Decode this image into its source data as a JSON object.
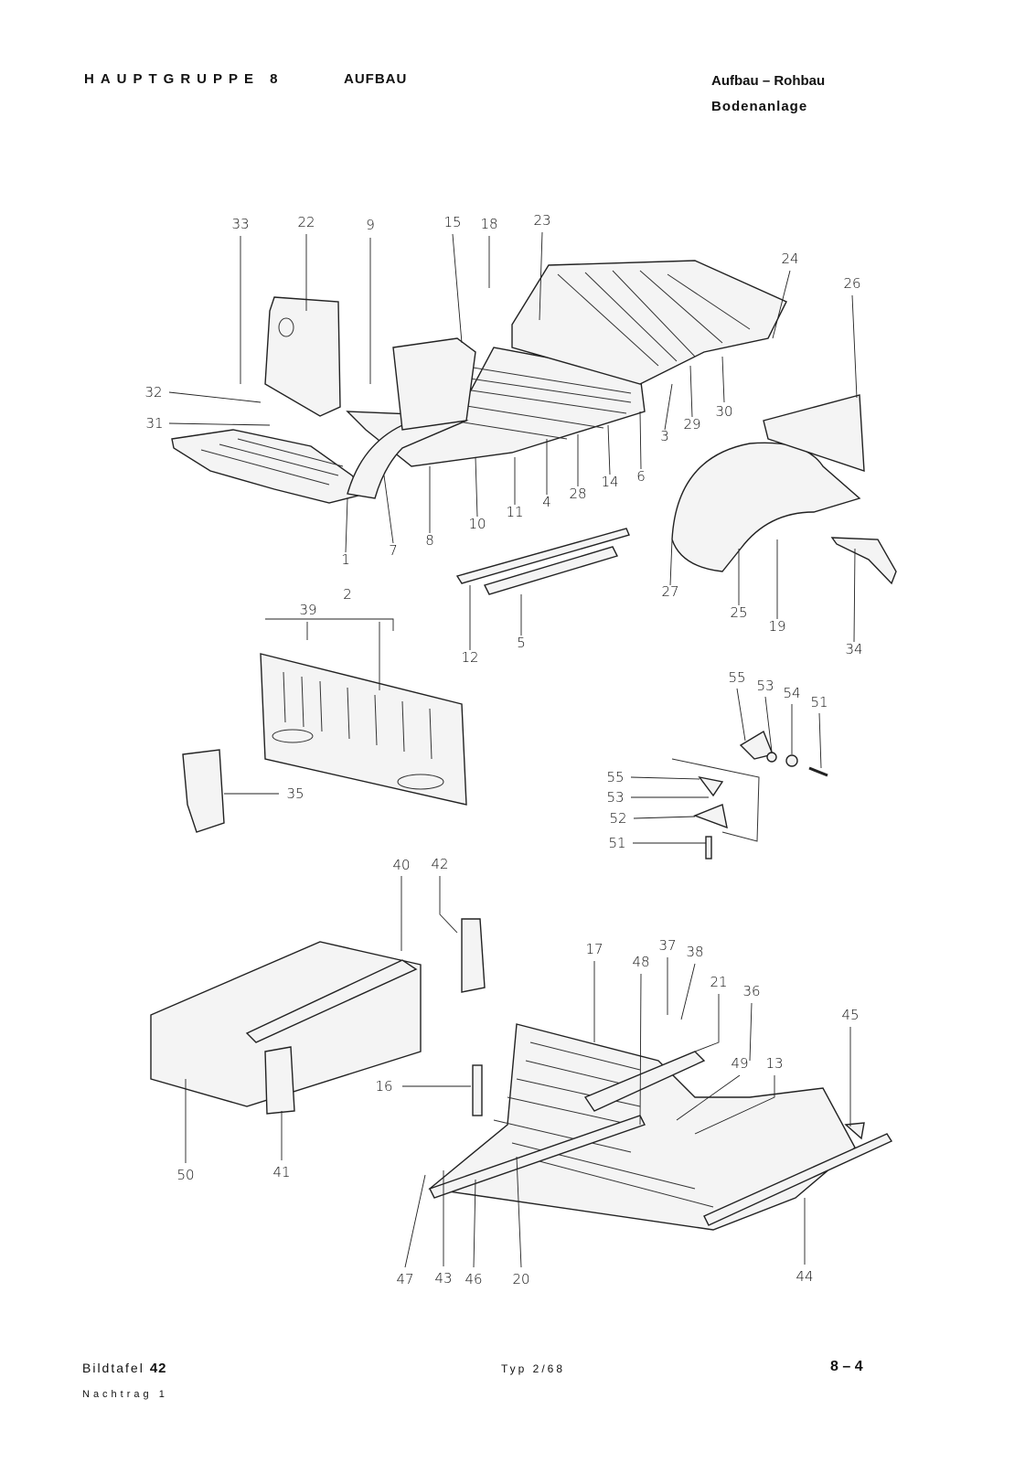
{
  "header": {
    "group": "HAUPTGRUPPE 8",
    "group_name": "AUFBAU",
    "section": "Aufbau – Rohbau",
    "subsection": "Bodenanlage"
  },
  "footer": {
    "plate_label": "Bildtafel",
    "plate_number": "42",
    "type": "Typ 2/68",
    "page": "8 – 4",
    "supplement": "Nachtrag 1"
  },
  "callouts": [
    "33",
    "22",
    "9",
    "15",
    "18",
    "23",
    "24",
    "26",
    "32",
    "31",
    "3",
    "29",
    "30",
    "6",
    "14",
    "28",
    "4",
    "11",
    "10",
    "8",
    "7",
    "1",
    "27",
    "25",
    "19",
    "34",
    "12",
    "5",
    "2",
    "39",
    "55",
    "53",
    "54",
    "51",
    "55",
    "53",
    "52",
    "51",
    "35",
    "40",
    "42",
    "17",
    "48",
    "37",
    "38",
    "21",
    "36",
    "45",
    "49",
    "13",
    "16",
    "50",
    "41",
    "47",
    "43",
    "46",
    "20",
    "44"
  ]
}
